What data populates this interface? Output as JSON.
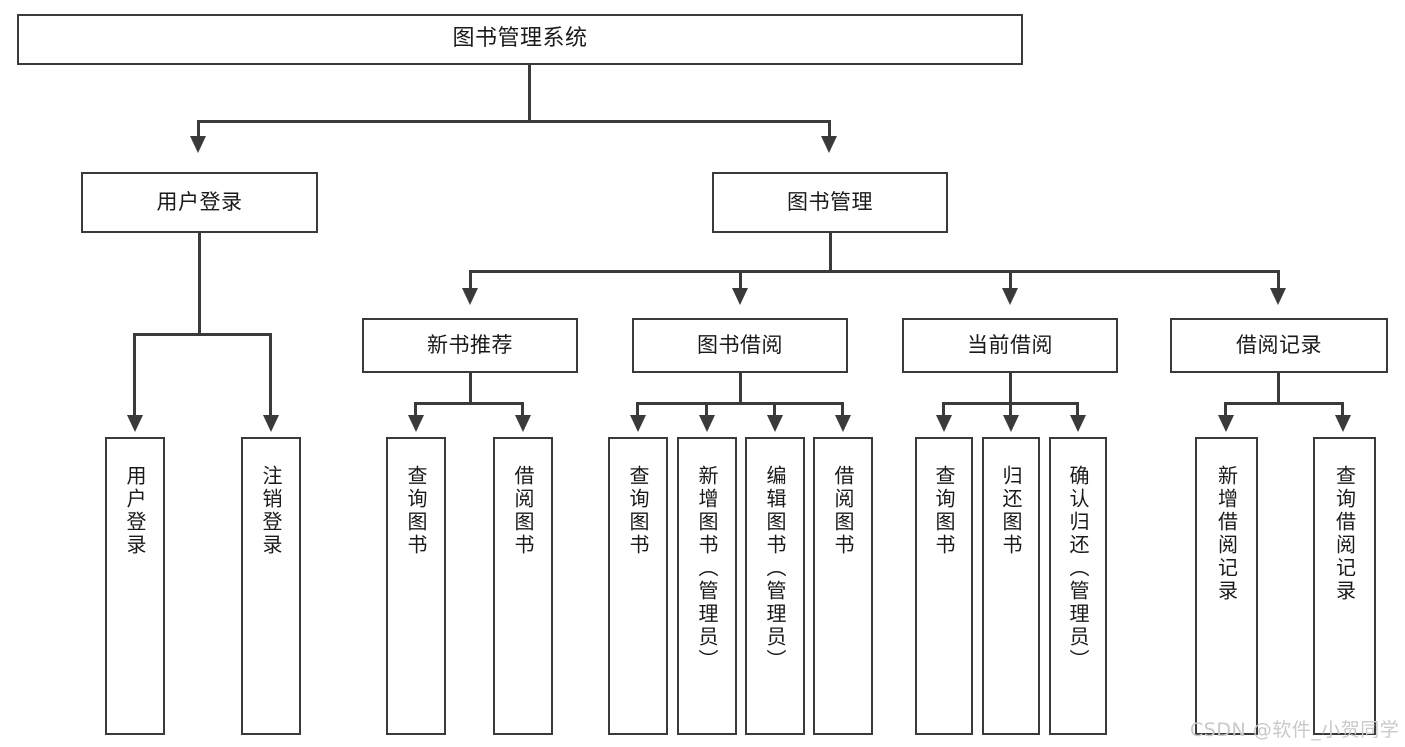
{
  "diagram": {
    "type": "tree-hierarchy",
    "root": {
      "label": "图书管理系统"
    },
    "level1": [
      {
        "label": "用户登录"
      },
      {
        "label": "图书管理"
      }
    ],
    "level2": [
      {
        "label": "新书推荐"
      },
      {
        "label": "图书借阅"
      },
      {
        "label": "当前借阅"
      },
      {
        "label": "借阅记录"
      }
    ],
    "leaves": {
      "user_login": [
        {
          "label": "用户登录"
        },
        {
          "label": "注销登录"
        }
      ],
      "new_book_recommend": [
        {
          "label": "查询图书"
        },
        {
          "label": "借阅图书"
        }
      ],
      "book_borrow": [
        {
          "label": "查询图书"
        },
        {
          "label": "新增图书（管理员）"
        },
        {
          "label": "编辑图书（管理员）"
        },
        {
          "label": "借阅图书"
        }
      ],
      "current_borrow": [
        {
          "label": "查询图书"
        },
        {
          "label": "归还图书"
        },
        {
          "label": "确认归还（管理员）"
        }
      ],
      "borrow_record": [
        {
          "label": "新增借阅记录"
        },
        {
          "label": "查询借阅记录"
        }
      ]
    }
  },
  "watermark": {
    "text": "CSDN @软件_小贺同学"
  },
  "colors": {
    "stroke": "#3a3a3a",
    "text": "#1a1a1a",
    "background": "#ffffff",
    "watermark": "#c9c9c9"
  }
}
